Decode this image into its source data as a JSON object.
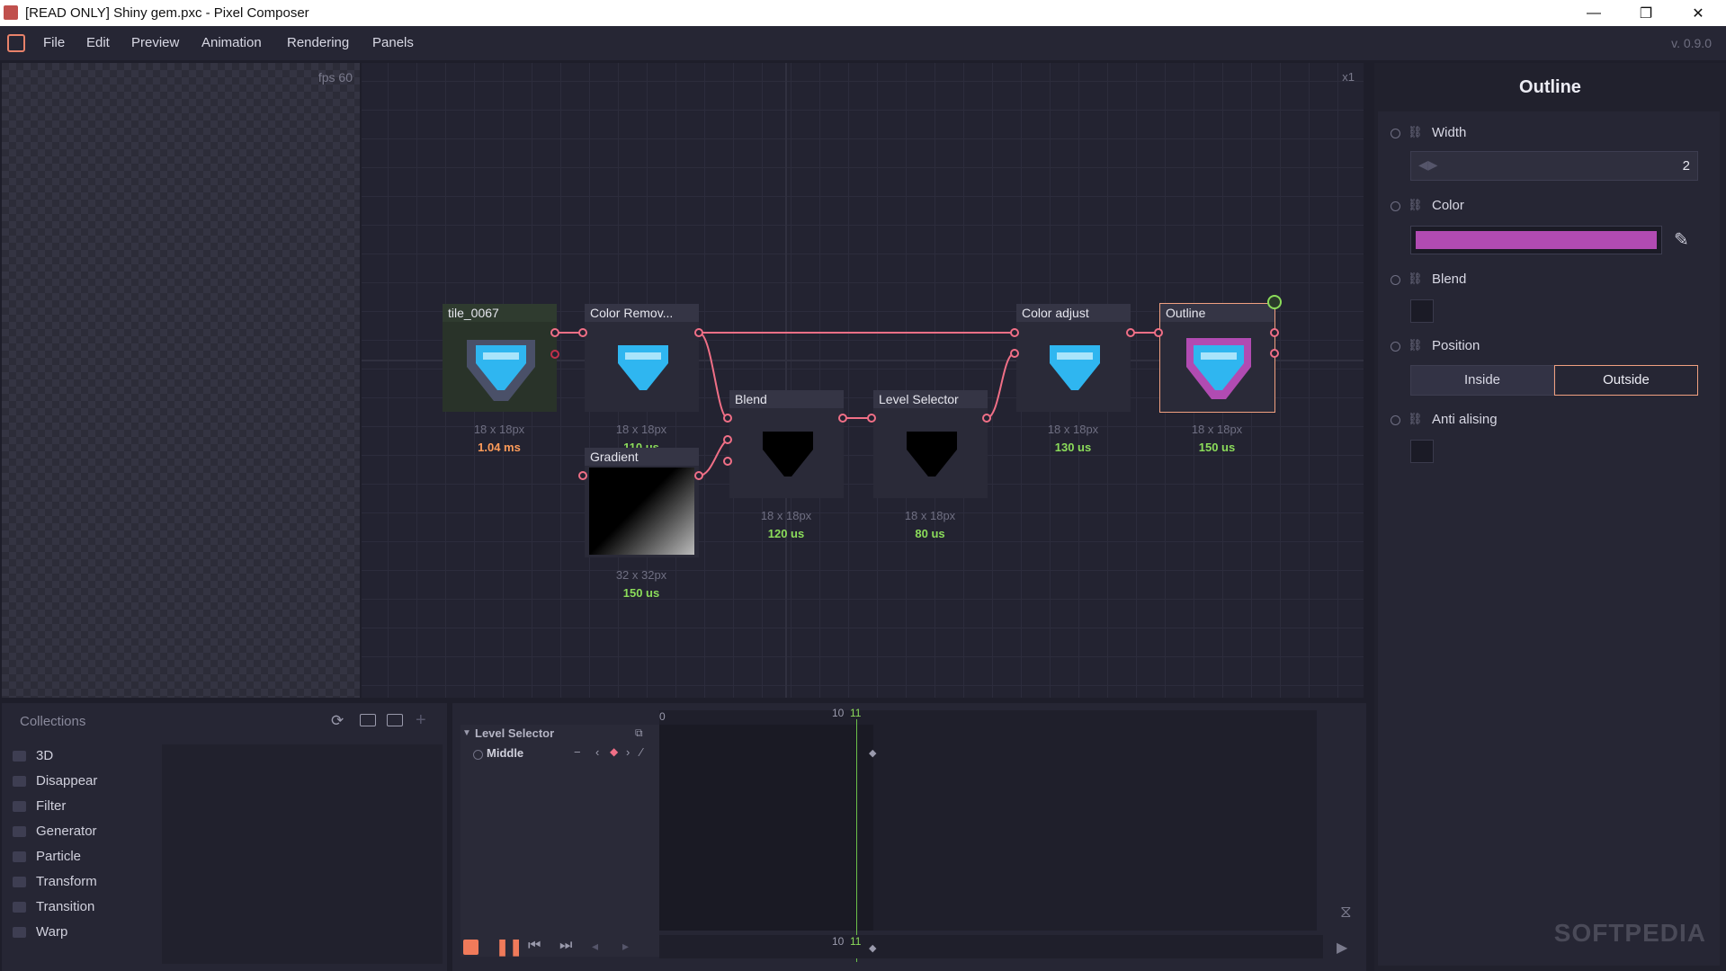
{
  "window": {
    "title": "[READ ONLY] Shiny gem.pxc - Pixel Composer",
    "minimize_label": "—",
    "restore_label": "❐",
    "close_label": "✕"
  },
  "menu": {
    "items": [
      "File",
      "Edit",
      "Preview",
      "Animation",
      "Rendering",
      "Panels"
    ],
    "version": "v. 0.9.0"
  },
  "preview": {
    "fps": "fps 60"
  },
  "graph": {
    "zoom": "x1",
    "nodes": [
      {
        "name": "tile_0067",
        "size": "18 x 18px",
        "time": "1.04 ms"
      },
      {
        "name": "Color Remov...",
        "size": "18 x 18px",
        "time": "110 us"
      },
      {
        "name": "Gradient",
        "size": "32 x 32px",
        "time": "150 us"
      },
      {
        "name": "Blend",
        "size": "18 x 18px",
        "time": "120 us"
      },
      {
        "name": "Level Selector",
        "size": "18 x 18px",
        "time": "80 us"
      },
      {
        "name": "Color adjust",
        "size": "18 x 18px",
        "time": "130 us"
      },
      {
        "name": "Outline",
        "size": "18 x 18px",
        "time": "150 us"
      }
    ]
  },
  "inspector": {
    "title": "Outline",
    "width_label": "Width",
    "width_value": "2",
    "color_label": "Color",
    "color_value": "#b14bb2",
    "blend_label": "Blend",
    "position_label": "Position",
    "position_options": [
      "Inside",
      "Outside"
    ],
    "position_selected": "Outside",
    "antialias_label": "Anti alising"
  },
  "collections": {
    "title": "Collections",
    "items": [
      "3D",
      "Disappear",
      "Filter",
      "Generator",
      "Particle",
      "Transform",
      "Transition",
      "Warp"
    ]
  },
  "timeline": {
    "group": "Level Selector",
    "track": "Middle",
    "frame_label_a": "10",
    "current_frame": "11",
    "start_marker": "0"
  },
  "watermark": "SOFTPEDIA",
  "colors": {
    "accent": "#f06f86",
    "time_green": "#8bdc5a",
    "time_orange": "#ff9c5a",
    "outline_purple": "#b14bb2",
    "gem_blue": "#2fb6f0"
  }
}
